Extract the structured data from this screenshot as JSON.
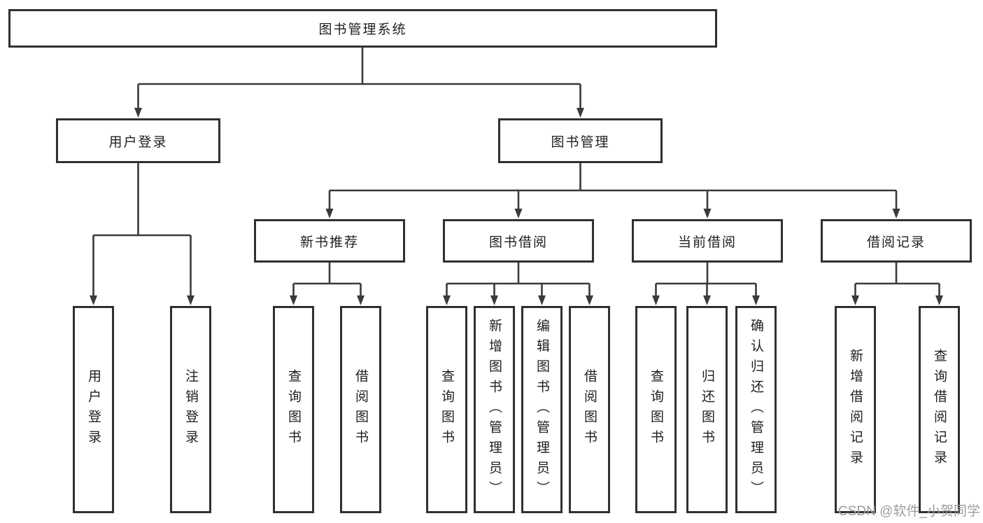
{
  "nodes": {
    "root": {
      "label": "图书管理系统"
    },
    "user_login": {
      "label": "用户登录"
    },
    "book_mgmt": {
      "label": "图书管理"
    },
    "new_book_rec": {
      "label": "新书推荐"
    },
    "book_borrow": {
      "label": "图书借阅"
    },
    "current_borrow": {
      "label": "当前借阅"
    },
    "borrow_record": {
      "label": "借阅记录"
    },
    "login_leaf": {
      "label": "用户登录"
    },
    "logout_leaf": {
      "label": "注销登录"
    },
    "rec_query": {
      "label": "查询图书"
    },
    "rec_borrow": {
      "label": "借阅图书"
    },
    "bb_query": {
      "label": "查询图书"
    },
    "bb_add": {
      "label": "新增图书（管理员）"
    },
    "bb_edit": {
      "label": "编辑图书（管理员）"
    },
    "bb_borrow": {
      "label": "借阅图书"
    },
    "cb_query": {
      "label": "查询图书"
    },
    "cb_return": {
      "label": "归还图书"
    },
    "cb_confirm": {
      "label": "确认归还（管理员）"
    },
    "br_add": {
      "label": "新增借阅记录"
    },
    "br_query": {
      "label": "查询借阅记录"
    }
  },
  "watermark": {
    "text": "CSDN @软件_小贺同学"
  },
  "colors": {
    "line": "#3a3a3a",
    "border": "#303030",
    "text": "#1f1f1f",
    "background": "#ffffff",
    "watermark": "#9c9c9c"
  }
}
